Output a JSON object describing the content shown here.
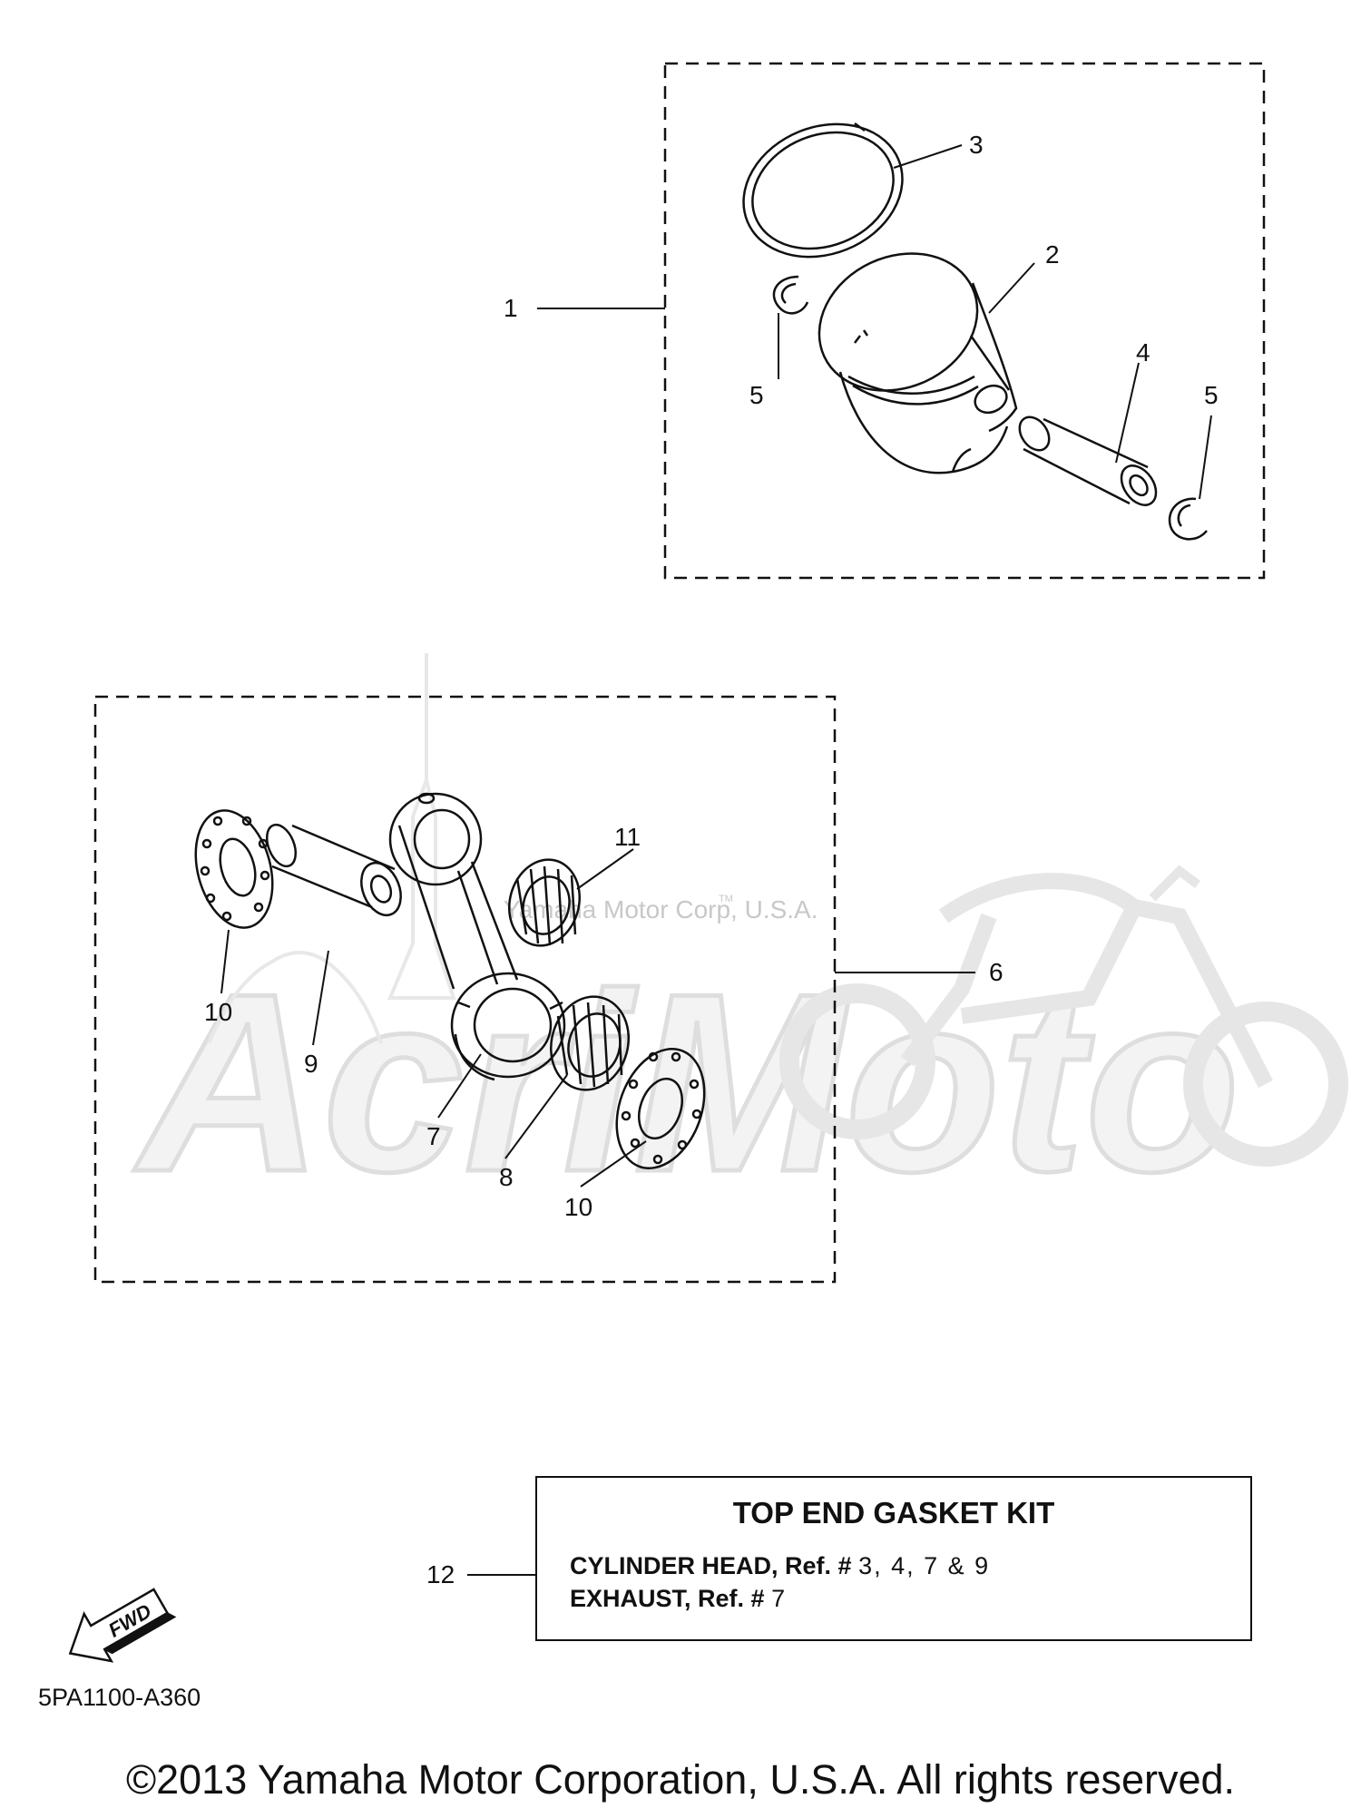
{
  "callouts": [
    "1",
    "2",
    "3",
    "4",
    "5",
    "5",
    "6",
    "7",
    "8",
    "9",
    "10",
    "10",
    "11",
    "12"
  ],
  "watermark": {
    "text": "Yamaha Motor Corp, U.S.A.",
    "tm": "TM",
    "logo_text": "AcriMoto"
  },
  "kit": {
    "title": "TOP END GASKET KIT",
    "line1_label": "CYLINDER HEAD, Ref. #",
    "line1_refs": "3, 4, 7 & 9",
    "line2_label": "EXHAUST, Ref. #",
    "line2_refs": "7"
  },
  "fwd_label": "FWD",
  "diagram_code": "5PA1100-A360",
  "copyright": "©2013 Yamaha Motor Corporation, U.S.A. All rights reserved."
}
